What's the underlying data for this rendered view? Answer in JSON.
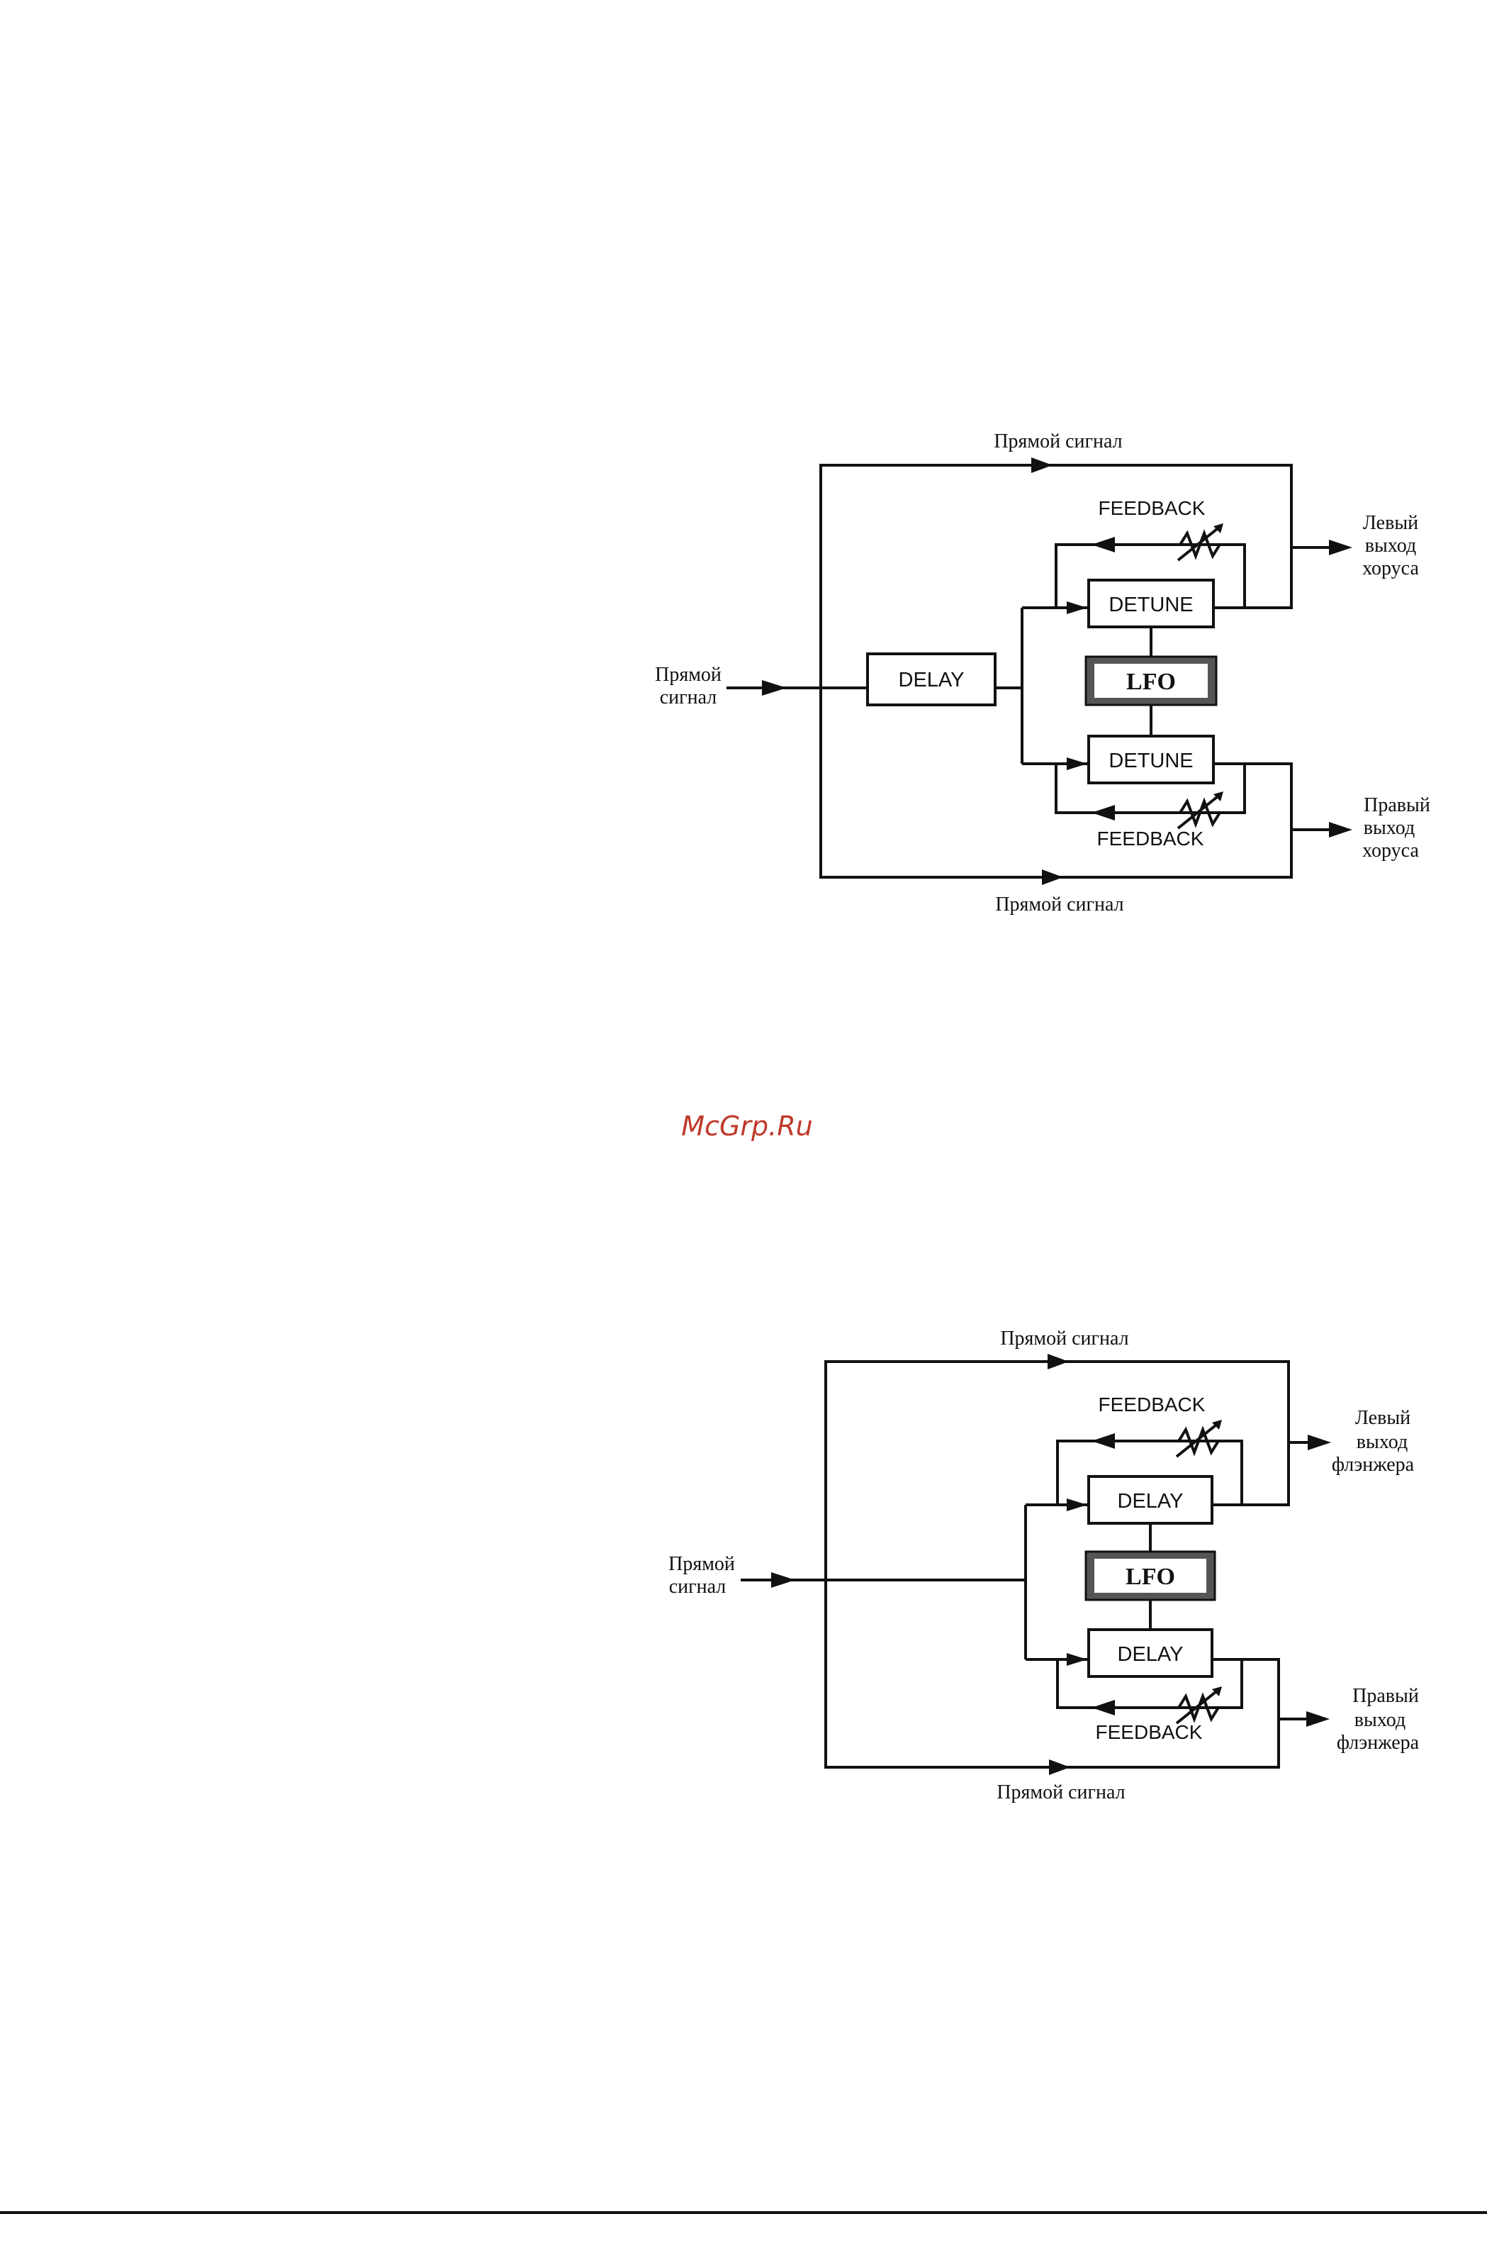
{
  "chorus": {
    "direct_top": "Прямой сигнал",
    "direct_bottom": "Прямой сигнал",
    "input_line1": "Прямой",
    "input_line2": "сигнал",
    "delay": "DELAY",
    "detune_top": "DETUNE",
    "detune_bottom": "DETUNE",
    "lfo": "LFO",
    "feedback_top": "FEEDBACK",
    "feedback_bottom": "FEEDBACK",
    "left_out": [
      "Левый",
      "выход",
      "хоруса"
    ],
    "right_out": [
      "Правый",
      "выход",
      "хоруса"
    ]
  },
  "watermark": "McGrp.Ru",
  "flanger": {
    "direct_top": "Прямой сигнал",
    "direct_bottom": "Прямой сигнал",
    "input_line1": "Прямой",
    "input_line2": "сигнал",
    "delay_top": "DELAY",
    "delay_bottom": "DELAY",
    "lfo": "LFO",
    "feedback_top": "FEEDBACK",
    "feedback_bottom": "FEEDBACK",
    "left_out": [
      "Левый",
      "выход",
      "флэнжера"
    ],
    "right_out": [
      "Правый",
      "выход",
      "флэнжера"
    ]
  },
  "colors": {
    "ink": "#111111",
    "watermark": "#c0392b",
    "lfo_border": "#555555"
  }
}
